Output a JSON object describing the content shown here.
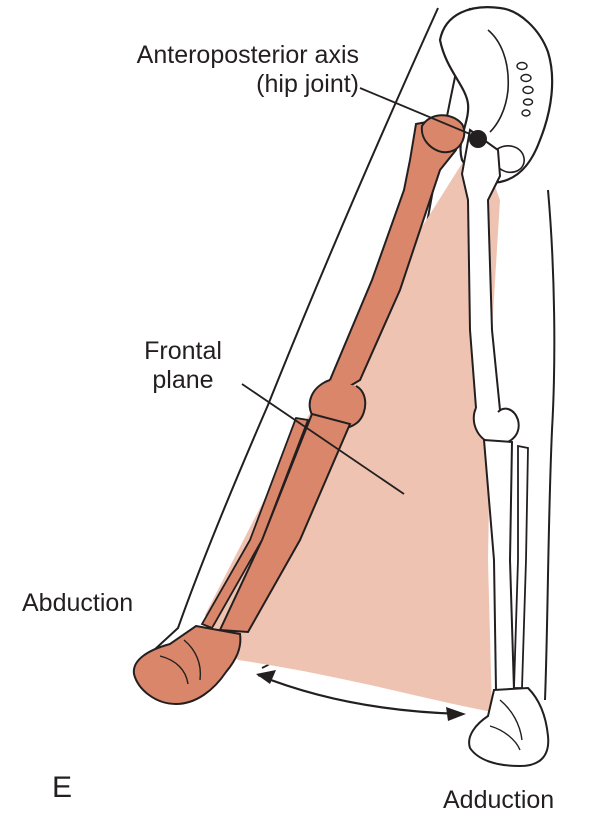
{
  "colors": {
    "plane_fill": "#efc3b1",
    "moving_bone": "#d9866a",
    "outline": "#231f20",
    "background": "#ffffff"
  },
  "labels": {
    "axis_line1": "Anteroposterior axis",
    "axis_line2": "(hip joint)",
    "frontal_line1": "Frontal",
    "frontal_line2": "plane",
    "abduction": "Abduction",
    "adduction": "Adduction",
    "panel": "E"
  }
}
